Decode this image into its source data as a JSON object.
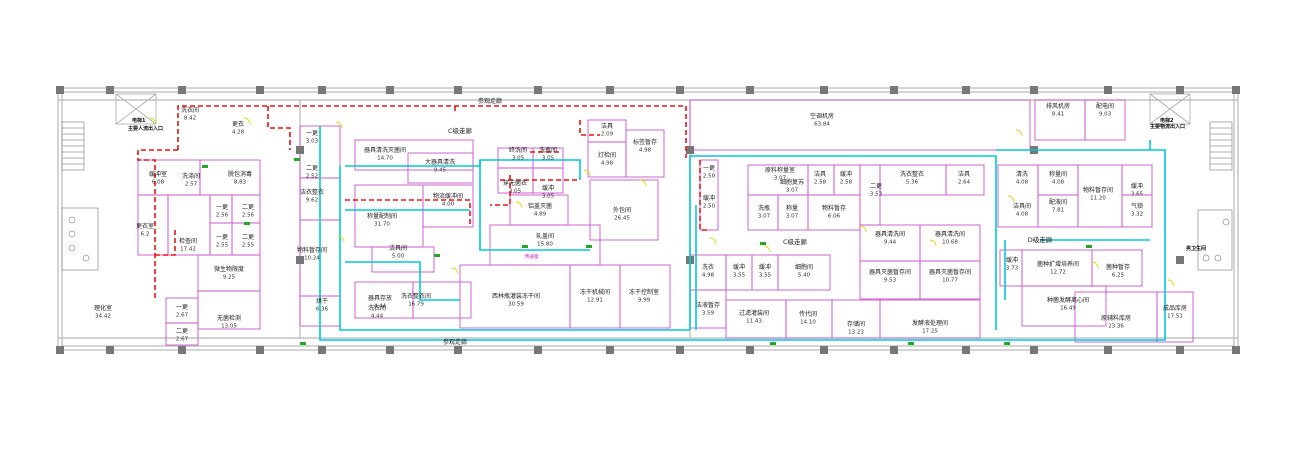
{
  "colors": {
    "wall": "#b8b8b8",
    "room_line": "#cc55cc",
    "column": "#777777",
    "material_route": "#ee1111",
    "personnel_route": "#00c8d8",
    "label": "#222222",
    "door": "#d8d800",
    "legend_green": "#22aa22"
  },
  "corridors": {
    "north": "参观走廊",
    "south": "参观走廊",
    "grade_c_left": "C级走廊",
    "grade_c_right": "C级走廊",
    "grade_d": "D级走廊"
  },
  "entrances": [
    {
      "id": "e1",
      "name": "电梯1",
      "note": "主要人流出入口"
    },
    {
      "id": "e2",
      "name": "电梯2",
      "note": "主要物流出入口"
    }
  ],
  "side_label": "男卫生间",
  "door_tag": "传递窗",
  "rooms": [
    {
      "id": "r01",
      "name": "洗衣间",
      "area": "8.42"
    },
    {
      "id": "r02",
      "name": "更衣",
      "area": "4.28"
    },
    {
      "id": "r03",
      "name": "缓冲室",
      "area": "6.08"
    },
    {
      "id": "r04",
      "name": "洗涤间",
      "area": "2.57"
    },
    {
      "id": "r05",
      "name": "脱包消毒",
      "area": "8.83"
    },
    {
      "id": "r06",
      "name": "更衣室",
      "area": "6.2"
    },
    {
      "id": "r07",
      "name": "一更",
      "area": "2.56"
    },
    {
      "id": "r08",
      "name": "二更",
      "area": "2.56"
    },
    {
      "id": "r09",
      "name": "检查间",
      "area": "17.42"
    },
    {
      "id": "r10",
      "name": "一更",
      "area": "2.55"
    },
    {
      "id": "r11",
      "name": "二更",
      "area": "2.55"
    },
    {
      "id": "r12",
      "name": "微生物限度",
      "area": "9.25"
    },
    {
      "id": "r13",
      "name": "无菌检测",
      "area": "13.05"
    },
    {
      "id": "r14",
      "name": "一更",
      "area": "2.67"
    },
    {
      "id": "r15",
      "name": "二更",
      "area": "2.67"
    },
    {
      "id": "r16",
      "name": "理化室",
      "area": "34.42"
    },
    {
      "id": "r17",
      "name": "一更",
      "area": "3.03"
    },
    {
      "id": "r18",
      "name": "二更",
      "area": "2.52"
    },
    {
      "id": "r19",
      "name": "洁衣整衣",
      "area": "9.62"
    },
    {
      "id": "r20",
      "name": "物料暂存间",
      "area": "10.24"
    },
    {
      "id": "r21",
      "name": "器具清洗灭菌间",
      "area": "14.70"
    },
    {
      "id": "r22",
      "name": "大器具清洗",
      "area": "9.45"
    },
    {
      "id": "r23",
      "name": "称量配制间",
      "area": "31.70"
    },
    {
      "id": "r24",
      "name": "物流缓冲间",
      "area": "4.00"
    },
    {
      "id": "r25",
      "name": "洁具间",
      "area": "5.00"
    },
    {
      "id": "r26",
      "name": "器具存放",
      "area": "4.44"
    },
    {
      "id": "r27",
      "name": "洗衣间",
      "area": "4.44"
    },
    {
      "id": "r28",
      "name": "洗衣整衣间",
      "area": "16.79"
    },
    {
      "id": "r29",
      "name": "烘干",
      "area": "6.36"
    },
    {
      "id": "r30",
      "name": "终洗间",
      "area": "3.05"
    },
    {
      "id": "r31",
      "name": "洗瓶间",
      "area": "3.05"
    },
    {
      "id": "r32",
      "name": "穿无菌衣",
      "area": "3.05"
    },
    {
      "id": "r33",
      "name": "缓冲",
      "area": "3.05"
    },
    {
      "id": "r34",
      "name": "铝盖灭菌",
      "area": "4.89"
    },
    {
      "id": "r35",
      "name": "轧盖间",
      "area": "15.80"
    },
    {
      "id": "r36",
      "name": "西林瓶灌装冻干间",
      "area": "30.59"
    },
    {
      "id": "r37",
      "name": "冻干机械间",
      "area": "12.91"
    },
    {
      "id": "r38",
      "name": "冻干控制室",
      "area": "9.99"
    },
    {
      "id": "r39",
      "name": "洁具",
      "area": "2.09"
    },
    {
      "id": "r40",
      "name": "灯检间",
      "area": "4.98"
    },
    {
      "id": "r41",
      "name": "标签暂存",
      "area": "4.98"
    },
    {
      "id": "r42",
      "name": "外包间",
      "area": "26.45"
    },
    {
      "id": "r43",
      "name": "空调机房",
      "area": "63.84"
    },
    {
      "id": "r44",
      "name": "排风机房",
      "area": "8.41"
    },
    {
      "id": "r45",
      "name": "配电间",
      "area": "9.03"
    },
    {
      "id": "r46",
      "name": "一更",
      "area": "2.50"
    },
    {
      "id": "r47",
      "name": "缓冲",
      "area": "2.50"
    },
    {
      "id": "r48",
      "name": "原料称量室",
      "area": "3.07"
    },
    {
      "id": "r49",
      "name": "细胞复苏",
      "area": "3.07"
    },
    {
      "id": "r50",
      "name": "洁具",
      "area": "2.58"
    },
    {
      "id": "r51",
      "name": "缓冲",
      "area": "2.58"
    },
    {
      "id": "r52",
      "name": "二更",
      "area": "3.53"
    },
    {
      "id": "r53",
      "name": "洗衣整衣",
      "area": "5.36"
    },
    {
      "id": "r54",
      "name": "洁具",
      "area": "2.64"
    },
    {
      "id": "r55",
      "name": "清洗",
      "area": "4.08"
    },
    {
      "id": "r56",
      "name": "称量间",
      "area": "4.08"
    },
    {
      "id": "r57",
      "name": "物料暂存间",
      "area": "11.20"
    },
    {
      "id": "r58",
      "name": "缓冲",
      "area": "3.65"
    },
    {
      "id": "r59",
      "name": "气锁",
      "area": "3.32"
    },
    {
      "id": "r60",
      "name": "洗瓶",
      "area": "3.07"
    },
    {
      "id": "r61",
      "name": "称量",
      "area": "3.07"
    },
    {
      "id": "r62",
      "name": "物料暂存",
      "area": "6.06"
    },
    {
      "id": "r63",
      "name": "洁具间",
      "area": "4.08"
    },
    {
      "id": "r64",
      "name": "配液间",
      "area": "7.81"
    },
    {
      "id": "r65",
      "name": "器具清洗间",
      "area": "9.44"
    },
    {
      "id": "r66",
      "name": "器具清洗间",
      "area": "10.68"
    },
    {
      "id": "r67",
      "name": "器具灭菌暂存间",
      "area": "9.53"
    },
    {
      "id": "r68",
      "name": "器具灭菌暂存间",
      "area": "10.77"
    },
    {
      "id": "r69",
      "name": "洗衣",
      "area": "4.98"
    },
    {
      "id": "r70",
      "name": "缓冲",
      "area": "3.55"
    },
    {
      "id": "r71",
      "name": "缓冲",
      "area": "3.55"
    },
    {
      "id": "r72",
      "name": "细胞间",
      "area": "5.40"
    },
    {
      "id": "r73",
      "name": "洁液暂存",
      "area": "3.59"
    },
    {
      "id": "r74",
      "name": "过滤灌装间",
      "area": "11.43"
    },
    {
      "id": "r75",
      "name": "传代间",
      "area": "14.10"
    },
    {
      "id": "r76",
      "name": "存储间",
      "area": "13.23"
    },
    {
      "id": "r77",
      "name": "发酵液处理间",
      "area": "17.25"
    },
    {
      "id": "r78",
      "name": "缓冲",
      "area": "3.73"
    },
    {
      "id": "r79",
      "name": "菌种扩增培养间",
      "area": "12.72"
    },
    {
      "id": "r80",
      "name": "菌种暂存",
      "area": "6.25"
    },
    {
      "id": "r81",
      "name": "种菌发酵离心间",
      "area": "16.49"
    },
    {
      "id": "r82",
      "name": "原辅料库房",
      "area": "23.36"
    },
    {
      "id": "r83",
      "name": "成品库房",
      "area": "17.51"
    }
  ]
}
